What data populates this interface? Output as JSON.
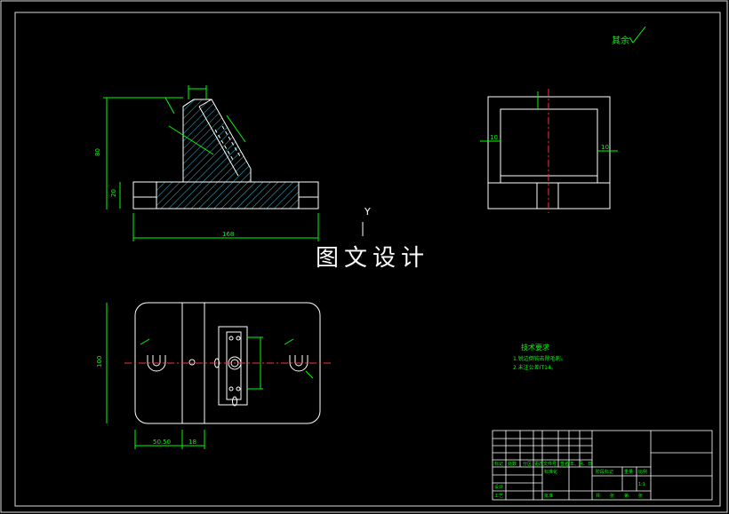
{
  "watermark": "图文设计",
  "roughness_note": "其余",
  "dimensions": {
    "front_height_total": "80",
    "front_height_base": "20",
    "front_length": "168",
    "top_width": "100",
    "top_dim_a": "50.50",
    "top_dim_b": "18",
    "side_left": "10",
    "side_right": "10"
  },
  "tech_requirements": {
    "title": "技术要求",
    "items": [
      "1.锐边倒钝去除毛刺。",
      "2.未注公差IT14。"
    ]
  },
  "title_block": {
    "labels": [
      "标记",
      "处数",
      "分区",
      "更改文件号",
      "签名",
      "年、月、日",
      "设计",
      "工艺",
      "标准化",
      "阶段标记",
      "重量",
      "比例",
      "批准",
      "共",
      "张",
      "第",
      "张"
    ],
    "scale": "1:1"
  },
  "axis_label": "Y"
}
